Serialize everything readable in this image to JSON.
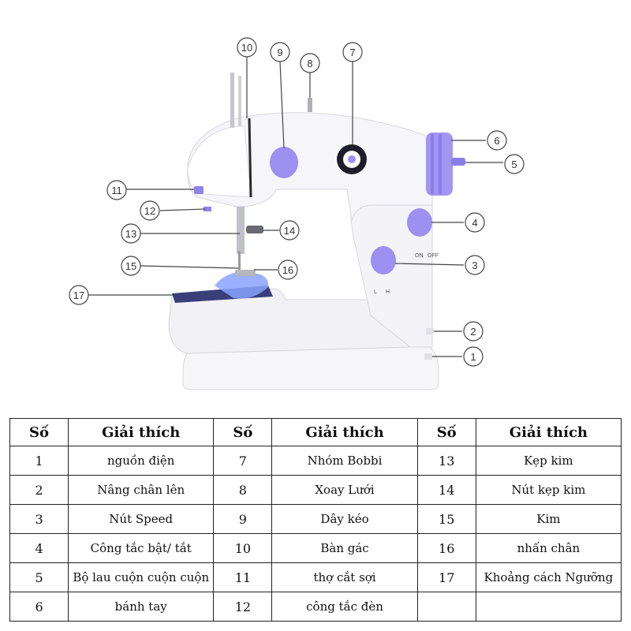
{
  "colors": {
    "body": "#f4f4f8",
    "accent": "#9b8ff0",
    "accent_dark": "#6d5fd6",
    "line": "#444444",
    "base_shadow": "#e6e6ec"
  },
  "machine_labels": {
    "on": "ON",
    "off": "OFF",
    "low": "L",
    "high": "H"
  },
  "callouts": [
    "1",
    "2",
    "3",
    "4",
    "5",
    "6",
    "7",
    "8",
    "9",
    "10",
    "11",
    "12",
    "13",
    "14",
    "15",
    "16",
    "17"
  ],
  "table": {
    "headers": [
      "Số",
      "Giải thích",
      "Số",
      "Giải thích",
      "Số",
      "Giải thích"
    ],
    "rows": [
      [
        "1",
        "nguồn điện",
        "7",
        "Nhóm Bobbi",
        "13",
        "Kẹp kim"
      ],
      [
        "2",
        "Nâng chân lên",
        "8",
        "Xoay Lưới",
        "14",
        "Nút kẹp kim"
      ],
      [
        "3",
        "Nút Speed",
        "9",
        "Dây kéo",
        "15",
        "Kim"
      ],
      [
        "4",
        "Công tắc bật/ tắt",
        "10",
        "Bàn gác",
        "16",
        "nhấn chân"
      ],
      [
        "5",
        "Bộ lau cuộn cuộn cuộn",
        "11",
        "thợ cắt sợi",
        "17",
        "Khoảng cách Ngưỡng"
      ],
      [
        "6",
        "bánh tay",
        "12",
        "công tắc đèn",
        "",
        ""
      ]
    ]
  }
}
